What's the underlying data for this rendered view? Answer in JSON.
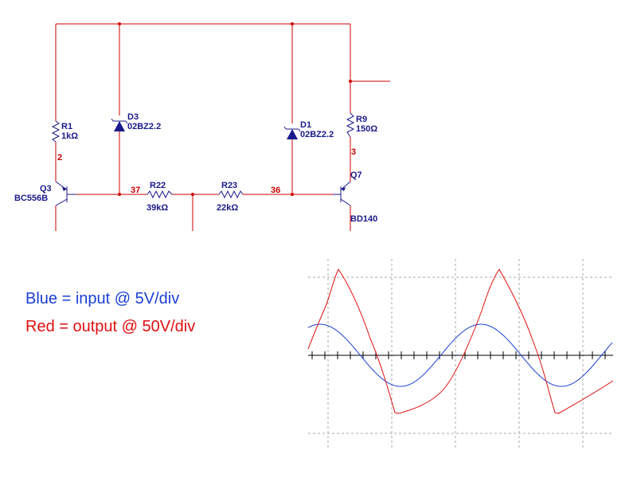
{
  "schematic": {
    "components": {
      "r1": {
        "name": "R1",
        "value": "1kΩ"
      },
      "r9": {
        "name": "R9",
        "value": "150Ω"
      },
      "r22": {
        "name": "R22",
        "value": "39kΩ"
      },
      "r23": {
        "name": "R23",
        "value": "22kΩ"
      },
      "d3": {
        "name": "D3",
        "value": "02BZ2.2"
      },
      "d1": {
        "name": "D1",
        "value": "02BZ2.2"
      },
      "q3": {
        "name": "Q3",
        "value": "BC556B"
      },
      "q7": {
        "name": "Q7",
        "value": "BD140"
      }
    },
    "nodes": {
      "n2": "2",
      "n3": "3",
      "n37": "37",
      "n36": "36"
    },
    "colors": {
      "wire": "#cc0000",
      "component": "#1a1a8c"
    }
  },
  "legend": {
    "blue": {
      "text": "Blue = input @ 5V/div",
      "color": "#1a3fd6"
    },
    "red": {
      "text": "Red = output @ 50V/div",
      "color": "#e01010"
    }
  },
  "scope": {
    "grid": true,
    "colors": {
      "input": "#1a3fd6",
      "output": "#e01010"
    }
  }
}
